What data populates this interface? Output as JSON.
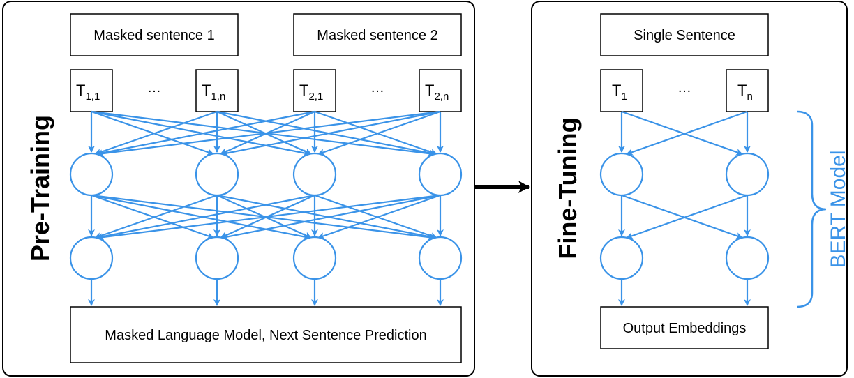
{
  "colors": {
    "accent": "#3a93e8",
    "stroke": "#000000"
  },
  "pretraining": {
    "title": "Pre-Training",
    "inputs": [
      "Masked sentence 1",
      "Masked sentence 2"
    ],
    "tokens": [
      {
        "base": "T",
        "sub": "1,1"
      },
      {
        "base": "T",
        "sub": "1,n"
      },
      {
        "base": "T",
        "sub": "2,1"
      },
      {
        "base": "T",
        "sub": "2,n"
      }
    ],
    "ellipsis": "…",
    "output": "Masked Language Model, Next Sentence Prediction"
  },
  "finetuning": {
    "title": "Fine-Tuning",
    "input": "Single Sentence",
    "tokens": [
      {
        "base": "T",
        "sub": "1"
      },
      {
        "base": "T",
        "sub": "n"
      }
    ],
    "ellipsis": "…",
    "output": "Output Embeddings"
  },
  "bracket_label": "BERT Model"
}
